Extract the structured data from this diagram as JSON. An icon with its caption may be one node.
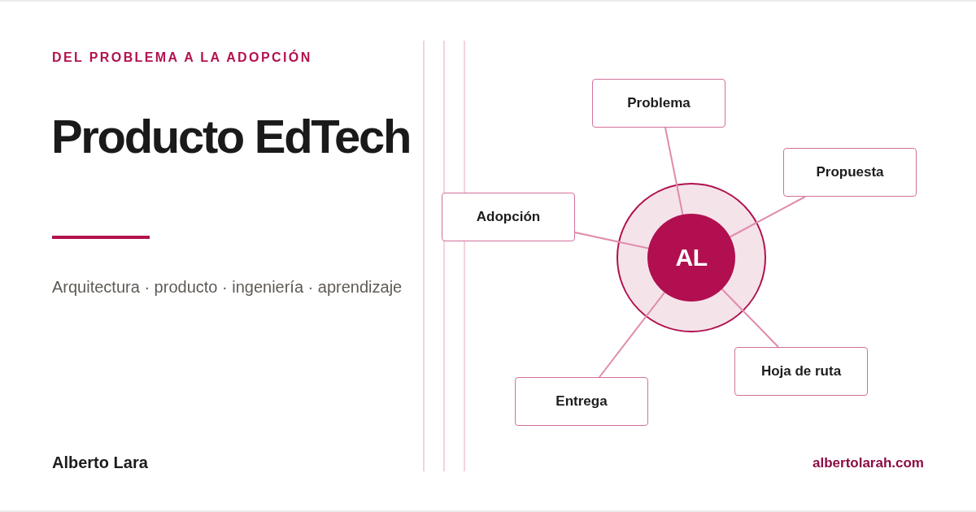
{
  "diagram": {
    "title": "Producto EdTech",
    "nodes": [
      {
        "text": [
          "Problema"
        ]
      },
      {
        "text": [
          "Propuesta"
        ]
      },
      {
        "text": [
          "Adopción"
        ]
      },
      {
        "text": [],
        "shape": "circle"
      },
      {
        "text": [
          "AL"
        ],
        "in": 3
      },
      {
        "text": [
          "Hoja de ruta"
        ]
      },
      {
        "text": [
          "Entrega"
        ]
      }
    ],
    "edges": [
      {
        "from": 4,
        "to": 0,
        "arrow": "none"
      },
      {
        "from": 4,
        "to": 1,
        "arrow": "none"
      },
      {
        "from": 4,
        "to": 5,
        "arrow": "none"
      },
      {
        "from": 4,
        "to": 6,
        "arrow": "none"
      },
      {
        "from": 4,
        "to": 2,
        "arrow": "none"
      }
    ],
    "labels": [
      "DEL PROBLEMA A LA ADOPCIÓN",
      "Arquitectura · producto · ingeniería · aprendizaje",
      "Alberto Lara",
      "albertolarah.com"
    ]
  }
}
